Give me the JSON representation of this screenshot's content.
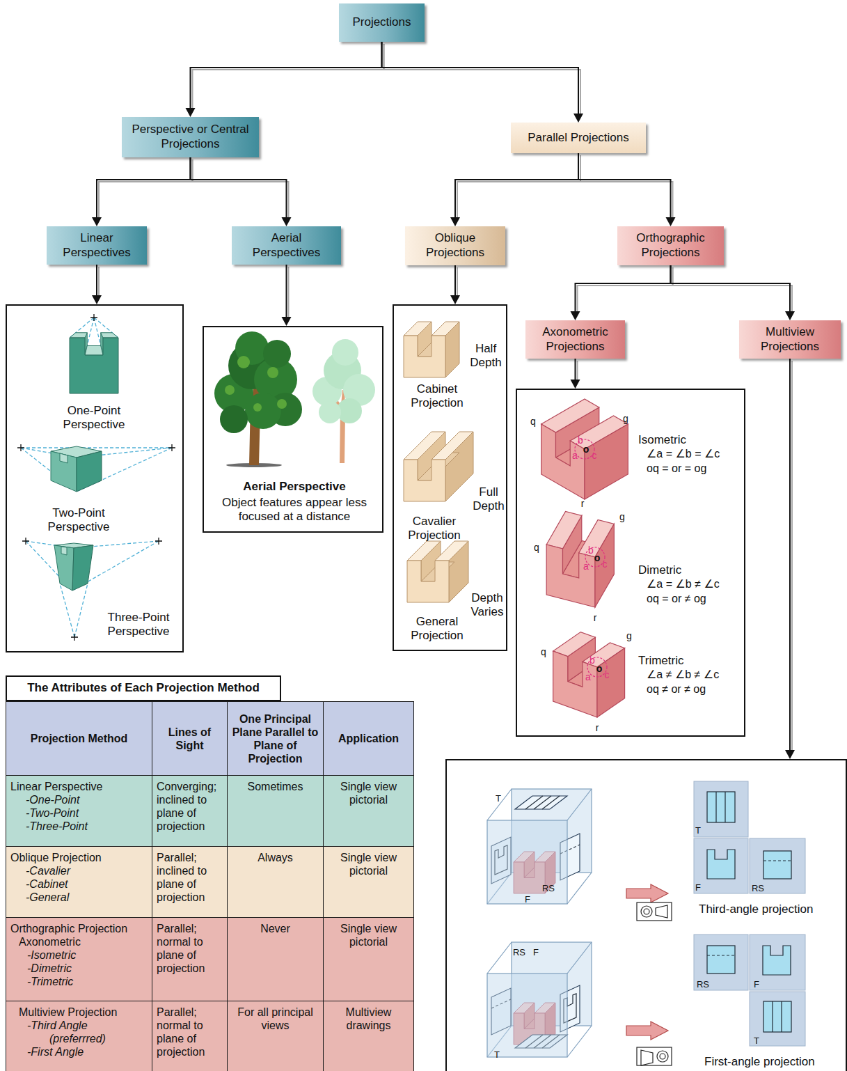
{
  "diagram": {
    "nodes": [
      {
        "text": [
          "Projections"
        ]
      },
      {
        "text": [
          "Perspective or Central Projections"
        ]
      },
      {
        "text": [
          "Parallel Projections"
        ]
      },
      {
        "text": [
          "Linear Perspectives"
        ]
      },
      {
        "text": [
          "Aerial Perspectives"
        ]
      },
      {
        "text": [
          "Oblique Projections"
        ]
      },
      {
        "text": [
          "Orthographic Projections"
        ]
      },
      {
        "text": [
          "Axonometric Projections"
        ]
      },
      {
        "text": [
          "Multiview Projections"
        ]
      },
      {
        "text": [
          "One-Point Perspective",
          "Two-Point Perspective",
          "Three-Point Perspective"
        ]
      },
      {
        "text": [
          "Aerial Perspective",
          "Object features appear less focused at a distance"
        ]
      },
      {
        "text": [
          "Half Depth",
          "Cabinet Projection",
          "Full Depth",
          "Cavalier Projection",
          "Depth Varies",
          "General Projection"
        ]
      },
      {
        "text": [
          "Isometric",
          "∠a = ∠b = ∠c",
          "oq = or = og",
          "Dimetric",
          "∠a = ∠b ≠ ∠c",
          "oq = or ≠ og",
          "Trimetric",
          "∠a ≠ ∠b ≠ ∠c",
          "oq ≠ or ≠ og"
        ]
      },
      {
        "text": [
          "Third-angle projection",
          "First-angle projection"
        ]
      },
      {
        "text": [
          "The Attributes of Each Projection Method"
        ]
      }
    ],
    "edges": [
      {
        "from": 0,
        "to": 1,
        "arrow": "to"
      },
      {
        "from": 0,
        "to": 2,
        "arrow": "to"
      },
      {
        "from": 1,
        "to": 3,
        "arrow": "to"
      },
      {
        "from": 1,
        "to": 4,
        "arrow": "to"
      },
      {
        "from": 2,
        "to": 5,
        "arrow": "to"
      },
      {
        "from": 2,
        "to": 6,
        "arrow": "to"
      },
      {
        "from": 6,
        "to": 7,
        "arrow": "to"
      },
      {
        "from": 6,
        "to": 8,
        "arrow": "to"
      },
      {
        "from": 3,
        "to": 9,
        "arrow": "to"
      },
      {
        "from": 4,
        "to": 10,
        "arrow": "to"
      },
      {
        "from": 5,
        "to": 11,
        "arrow": "to"
      },
      {
        "from": 7,
        "to": 12,
        "arrow": "to"
      },
      {
        "from": 8,
        "to": 13,
        "arrow": "to"
      }
    ],
    "labels": [
      "Projection Method",
      "Lines of Sight",
      "One Principal Plane Parallel to Plane of Projection",
      "Application",
      "Linear Perspective",
      "-One-Point",
      "-Two-Point",
      "-Three-Point",
      "Converging; inclined to plane of projection",
      "Sometimes",
      "Single view pictorial",
      "Oblique Projection",
      "-Cavalier",
      "-Cabinet",
      "-General",
      "Parallel; inclined to plane of projection",
      "Always",
      "Single view pictorial",
      "Orthographic Projection",
      "Axonometric",
      "-Isometric",
      "-Dimetric",
      "-Trimetric",
      "Parallel; normal to plane of projection",
      "Never",
      "Single view pictorial",
      "Multiview Projection",
      "-Third Angle",
      "(preferrred)",
      "-First Angle",
      "Parallel; normal to plane of projection",
      "For all principal views",
      "Multiview drawings",
      "q",
      "g",
      "r",
      "a",
      "b",
      "o",
      "c",
      "q",
      "g",
      "r",
      "a",
      "b",
      "o",
      "c",
      "q",
      "g",
      "r",
      "a",
      "b",
      "o",
      "c",
      "T",
      "F",
      "RS",
      "T",
      "F",
      "RS",
      "RS",
      "F",
      "T",
      "RS",
      "F",
      "T"
    ]
  }
}
